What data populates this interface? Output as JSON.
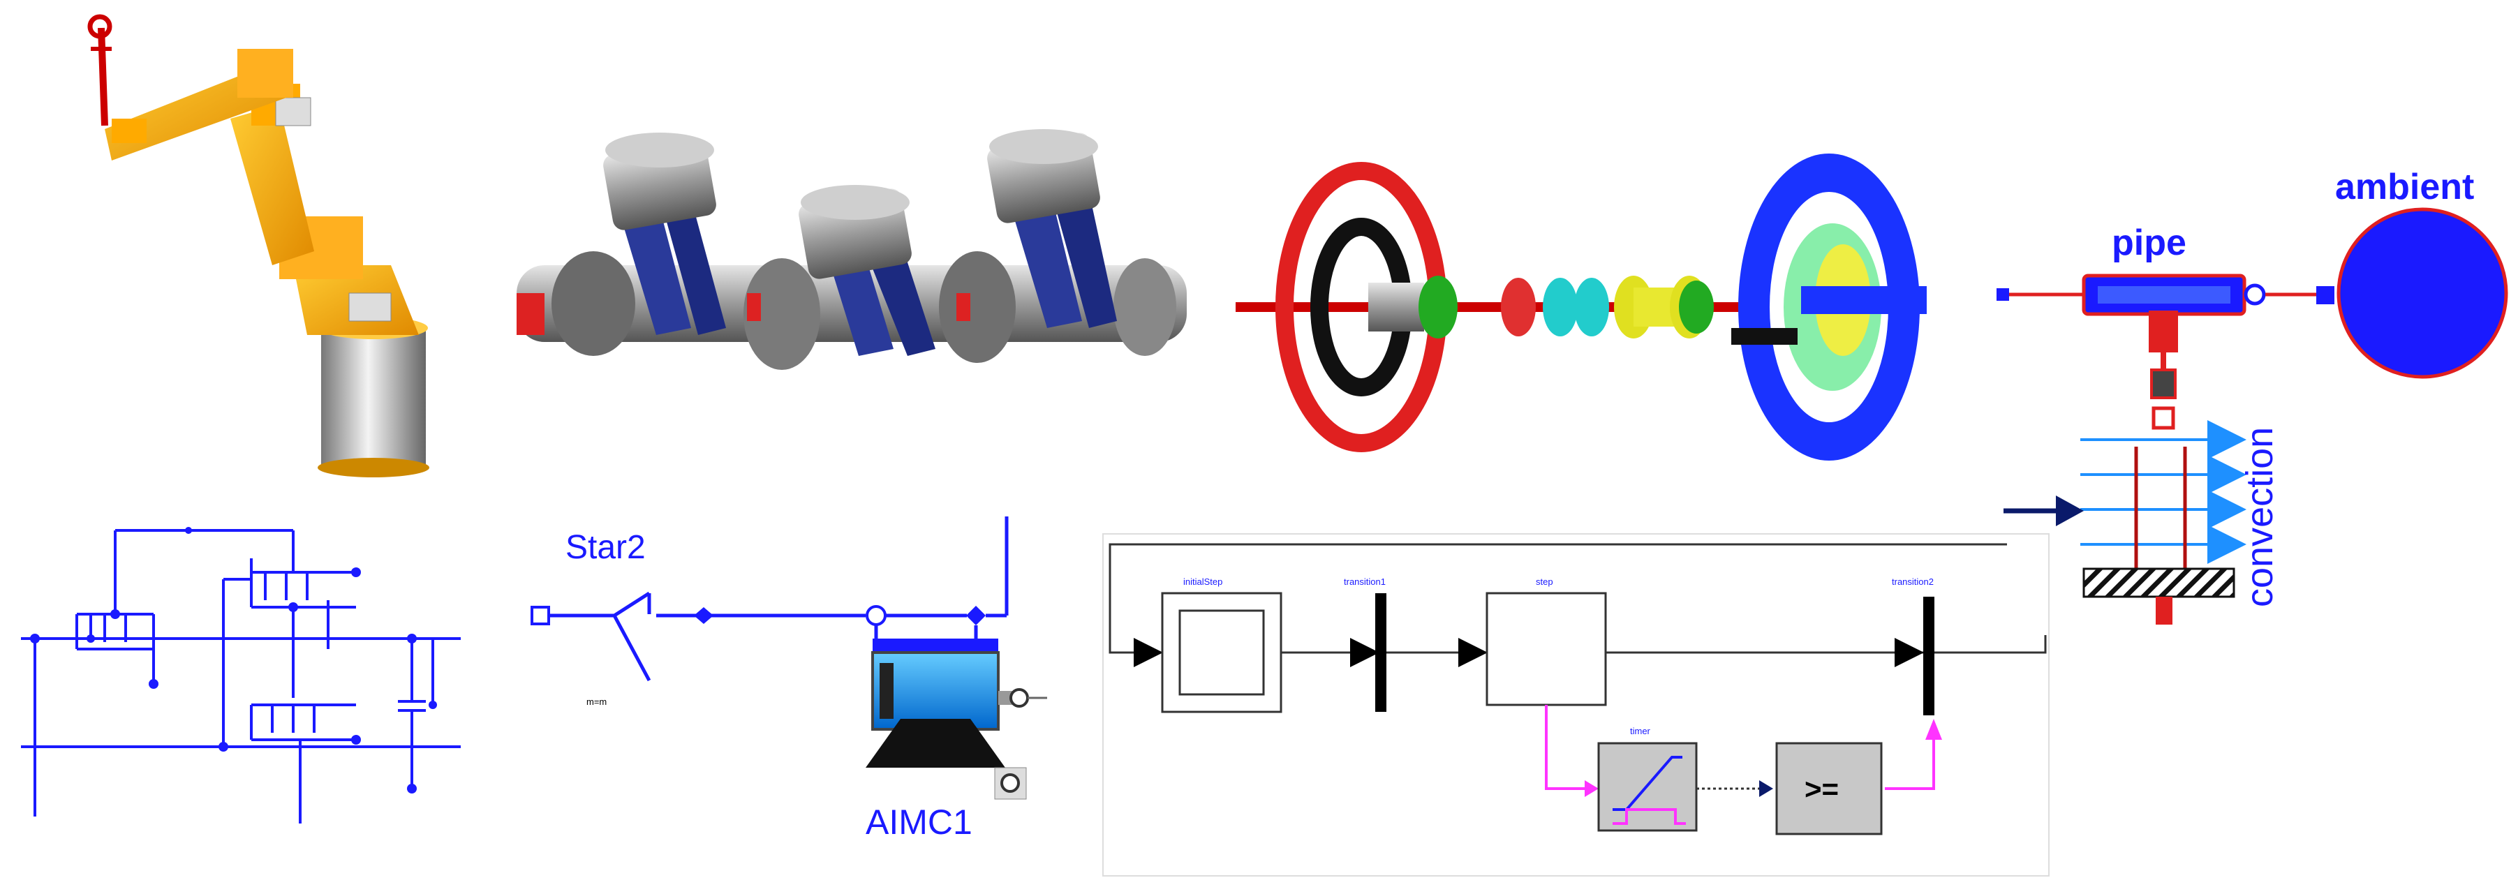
{
  "panels": {
    "robot": {
      "name": "Industrial robot arm"
    },
    "engine": {
      "name": "V6 engine crankshaft"
    },
    "gearbox": {
      "name": "Driveline with gears"
    },
    "heat": {
      "pipe_label": "pipe",
      "ambient_label": "ambient",
      "convection_label": "convection"
    },
    "circuit": {
      "name": "Electrical circuit"
    },
    "machine": {
      "star_label": "Star2",
      "m_label": "m=m",
      "motor_label": "AIMC1"
    },
    "stategraph": {
      "initial_label": "initialStep",
      "t1_label": "transition1",
      "step_label": "step",
      "t2_label": "transition2",
      "timer_label": "timer",
      "compare_label": ">="
    }
  },
  "colors": {
    "wire": "#1a1aff",
    "red": "#e02020",
    "magenta": "#ff33ff",
    "navy": "#0a1a6a"
  }
}
